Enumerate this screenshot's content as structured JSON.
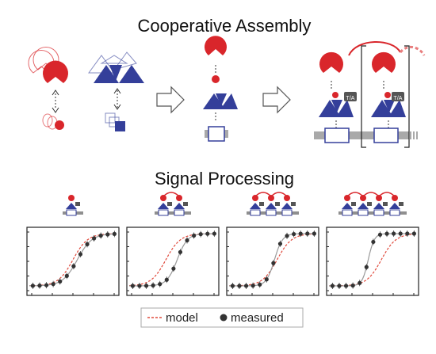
{
  "sections": {
    "assembly_title": "Cooperative Assembly",
    "signal_title": "Signal Processing"
  },
  "legend": {
    "model_label": "model",
    "measured_label": "measured"
  },
  "assembly": {
    "tag_label": "T/A"
  },
  "colors": {
    "red": "#d9262b",
    "blue": "#343f9a",
    "gray": "#8f8f8f",
    "model_line": "#e0483a",
    "points": "#333333"
  },
  "signal_panels": [
    {
      "units": 1,
      "model_midpoint": 0.5,
      "measured_midpoint": 0.55,
      "measured_steepness": 1.0
    },
    {
      "units": 2,
      "model_midpoint": 0.42,
      "measured_midpoint": 0.55,
      "measured_steepness": 1.4
    },
    {
      "units": 3,
      "model_midpoint": 0.55,
      "measured_midpoint": 0.52,
      "measured_steepness": 1.8
    },
    {
      "units": 4,
      "model_midpoint": 0.6,
      "measured_midpoint": 0.45,
      "measured_steepness": 2.4
    }
  ]
}
